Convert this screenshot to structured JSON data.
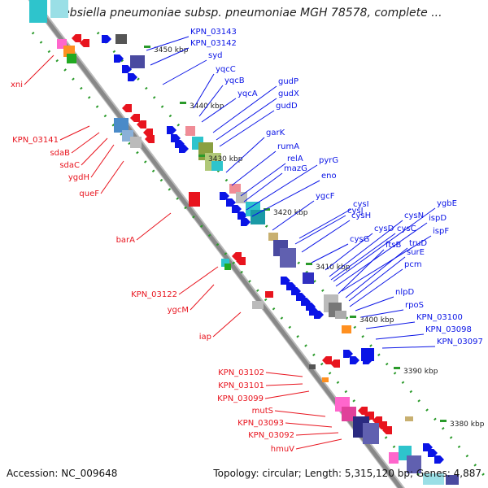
{
  "title": "Klebsiella pneumoniae subsp. pneumoniae MGH 78578, complete ...",
  "footer": {
    "accession": "Accession: NC_009648",
    "info": "Topology: circular; Length: 5,315,120 bp; Genes: 4,887"
  },
  "scale_labels": [
    "3450 kbp",
    "3440 kbp",
    "3430 kbp",
    "3420 kbp",
    "3410 kbp",
    "3400 kbp",
    "3390 kbp",
    "3380 kbp"
  ],
  "genes_right": [
    "KPN_03143",
    "KPN_03142",
    "syd",
    "yqcC",
    "yqcB",
    "yqcA",
    "gudP",
    "gudX",
    "gudD",
    "garK",
    "rumA",
    "relA",
    "mazG",
    "pyrG",
    "eno",
    "ygcF",
    "cysI",
    "cysJ",
    "cysH",
    "cysG",
    "cysD",
    "cysN",
    "ygbE",
    "ispD",
    "cysC",
    "ispF",
    "ftsB",
    "truD",
    "surE",
    "pcm",
    "nlpD",
    "rpoS",
    "KPN_03100",
    "KPN_03098",
    "KPN_03097"
  ],
  "genes_left": [
    "xni",
    "KPN_03141",
    "sdaB",
    "sdaC",
    "ygdH",
    "queF",
    "barA",
    "KPN_03122",
    "ygcM",
    "iap",
    "KPN_03102",
    "KPN_03101",
    "KPN_03099",
    "mutS",
    "KPN_03093",
    "KPN_03092",
    "hmuV"
  ],
  "colors": {
    "forward": "#0a14e6",
    "reverse": "#e8141e",
    "backbone": "#888888",
    "dots": "#2a9a2a"
  }
}
